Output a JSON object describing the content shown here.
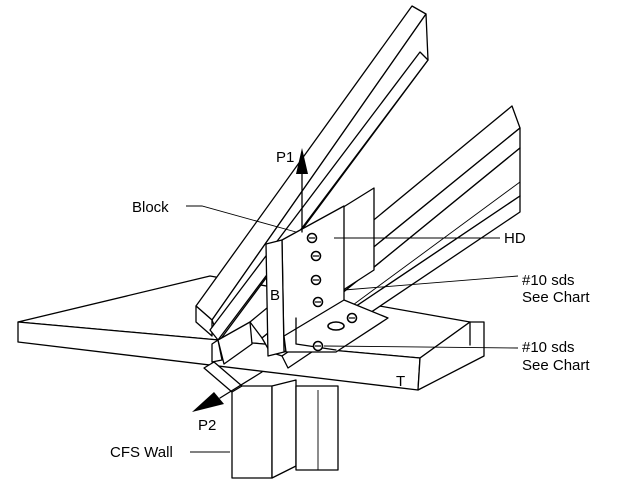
{
  "labels": {
    "p1": "P1",
    "p2": "P2",
    "block": "Block",
    "hd": "HD",
    "b": "B",
    "t": "T",
    "sds_upper_line1": "#10 sds",
    "sds_upper_line2": "See Chart",
    "sds_lower_line1": "#10 sds",
    "sds_lower_line2": "See Chart",
    "cfs_wall": "CFS Wall"
  }
}
